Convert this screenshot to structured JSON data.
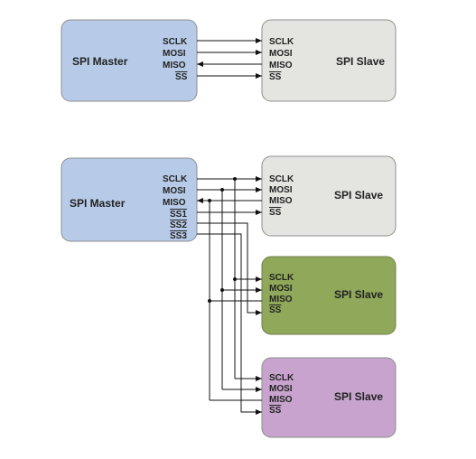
{
  "top": {
    "master": {
      "title": "SPI Master",
      "pins": [
        "SCLK",
        "MOSI",
        "MISO",
        "SS"
      ]
    },
    "slave": {
      "title": "SPI Slave",
      "pins": [
        "SCLK",
        "MOSI",
        "MISO",
        "SS"
      ]
    }
  },
  "bottom": {
    "master": {
      "title": "SPI Master",
      "pins": [
        "SCLK",
        "MOSI",
        "MISO",
        "SS1",
        "SS2",
        "SS3"
      ]
    },
    "slaves": [
      {
        "title": "SPI Slave",
        "pins": [
          "SCLK",
          "MOSI",
          "MISO",
          "SS"
        ],
        "fill": "#e4e4e1"
      },
      {
        "title": "SPI Slave",
        "pins": [
          "SCLK",
          "MOSI",
          "MISO",
          "SS"
        ],
        "fill": "#8fa85a"
      },
      {
        "title": "SPI Slave",
        "pins": [
          "SCLK",
          "MOSI",
          "MISO",
          "SS"
        ],
        "fill": "#c7a3cd"
      }
    ]
  },
  "colors": {
    "master_fill": "#b7cbe8",
    "slave_fill": "#e4e4e1",
    "stroke": "#8e8e8e"
  }
}
